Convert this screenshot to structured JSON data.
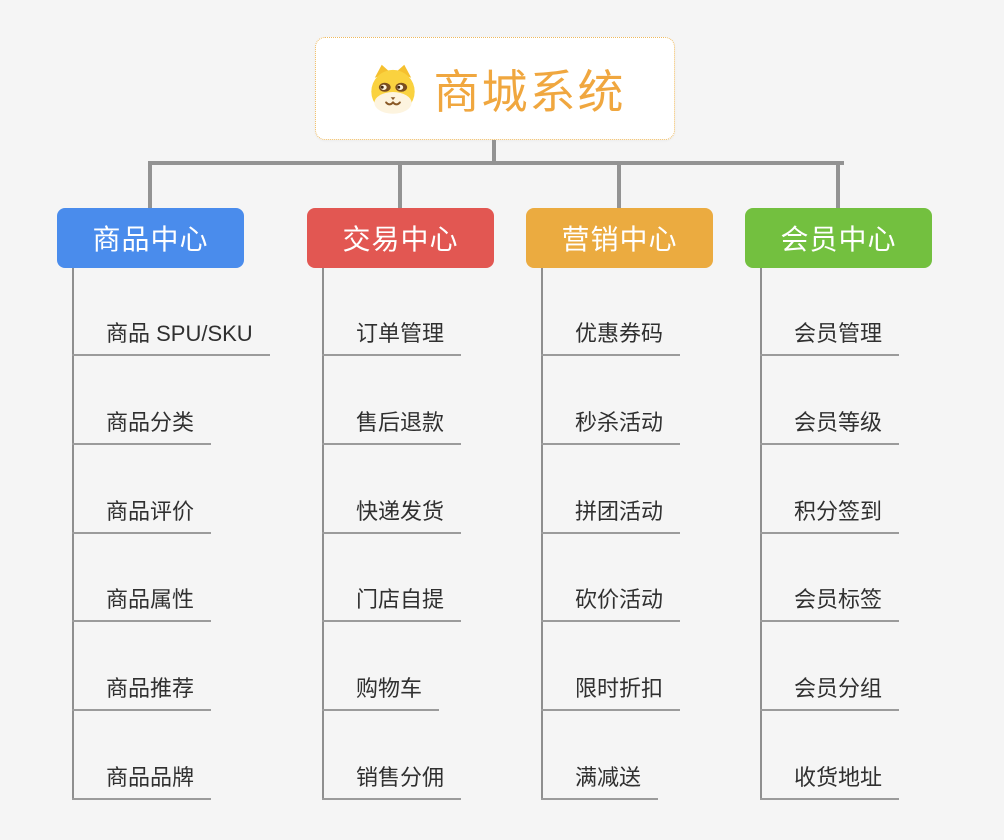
{
  "root": {
    "title": "商城系统",
    "icon": "shiba-dog-icon"
  },
  "branches": [
    {
      "label": "商品中心",
      "color": "#4A8CEC",
      "items": [
        "商品 SPU/SKU",
        "商品分类",
        "商品评价",
        "商品属性",
        "商品推荐",
        "商品品牌"
      ]
    },
    {
      "label": "交易中心",
      "color": "#E25752",
      "items": [
        "订单管理",
        "售后退款",
        "快递发货",
        "门店自提",
        "购物车",
        "销售分佣"
      ]
    },
    {
      "label": "营销中心",
      "color": "#EBAB40",
      "items": [
        "优惠券码",
        "秒杀活动",
        "拼团活动",
        "砍价活动",
        "限时折扣",
        "满减送"
      ]
    },
    {
      "label": "会员中心",
      "color": "#73C03F",
      "items": [
        "会员管理",
        "会员等级",
        "积分签到",
        "会员标签",
        "会员分组",
        "收货地址"
      ]
    }
  ],
  "colors": {
    "background": "#F5F5F5",
    "top_connector": "#939393",
    "trunk_line": "#8F8F8F",
    "leaf_underline": "#9B9B9B",
    "leaf_text": "#303030",
    "node_text": "#FFFFFF",
    "root_text": "#F0A73F",
    "root_border": "#EFBA5E"
  }
}
